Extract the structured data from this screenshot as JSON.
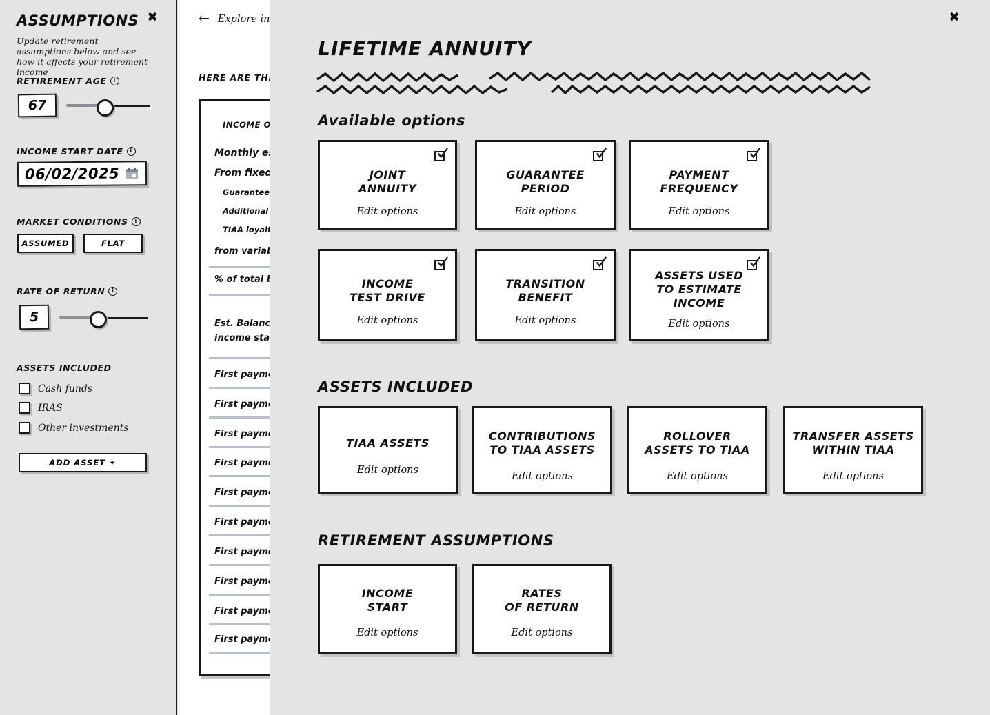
{
  "sidebar": {
    "title": "ASSUMPTIONS",
    "close_icon": "close-icon",
    "subtitle": "Update retirement assumptions below and see how it affects your retirement income",
    "retirement_age": {
      "label": "RETIREMENT AGE",
      "info_icon": "info-icon",
      "value": "67",
      "slider_percent": 53
    },
    "income_start_date": {
      "label": "INCOME START DATE",
      "info_icon": "info-icon",
      "value": "06/02/2025",
      "calendar_icon": "calendar-icon"
    },
    "market_conditions": {
      "label": "MARKET CONDITIONS",
      "info_icon": "info-icon",
      "options": [
        "ASSUMED",
        "FLAT"
      ]
    },
    "rate_of_return": {
      "label": "RATE OF RETURN",
      "info_icon": "info-icon",
      "value": "5",
      "slider_percent": 47
    },
    "assets_included": {
      "label": "ASSETS INCLUDED",
      "checkboxes": [
        {
          "label": "Cash funds",
          "checked": false
        },
        {
          "label": "IRAS",
          "checked": false
        },
        {
          "label": "Other investments",
          "checked": false
        }
      ],
      "add_button": "ADD ASSET ✦"
    }
  },
  "middle_panel": {
    "back_label": "Explore in",
    "back_icon": "arrow-left-icon",
    "heading": "HERE ARE THE IN",
    "rows": [
      "INCOME OPTIO",
      "Monthly est",
      "From fixed",
      "Guaranteed a",
      "Additional am",
      "TIAA loyalty",
      "from variable",
      "% of total ba",
      "Est. Balance a",
      "income start d",
      "First payment",
      "First payment",
      "First payment",
      "First payment",
      "First payment",
      "First payment",
      "First payment",
      "First payment",
      "First payment",
      "First payment"
    ]
  },
  "modal": {
    "close_icon": "close-icon",
    "title": "LIFETIME ANNUITY",
    "sections": [
      {
        "heading": "Available options",
        "cards": [
          {
            "title": "JOINT\nANNUITY",
            "sub": "Edit options",
            "checkbox": true
          },
          {
            "title": "GUARANTEE\nPERIOD",
            "sub": "Edit options",
            "checkbox": true
          },
          {
            "title": "PAYMENT\nFREQUENCY",
            "sub": "Edit options",
            "checkbox": true
          },
          {
            "title": "INCOME\nTEST DRIVE",
            "sub": "Edit options",
            "checkbox": true
          },
          {
            "title": "TRANSITION\nBENEFIT",
            "sub": "Edit options",
            "checkbox": true
          },
          {
            "title": "ASSETS USED\nTO ESTIMATE\nINCOME",
            "sub": "Edit options",
            "checkbox": true
          }
        ]
      },
      {
        "heading": "ASSETS INCLUDED",
        "cards": [
          {
            "title": "TIAA ASSETS",
            "sub": "Edit options",
            "checkbox": false
          },
          {
            "title": "CONTRIBUTIONS\nTO TIAA ASSETS",
            "sub": "Edit options",
            "checkbox": false
          },
          {
            "title": "ROLLOVER\nASSETS TO TIAA",
            "sub": "Edit options",
            "checkbox": false
          },
          {
            "title": "TRANSFER ASSETS\nWITHIN TIAA",
            "sub": "Edit options",
            "checkbox": false
          }
        ]
      },
      {
        "heading": "RETIREMENT ASSUMPTIONS",
        "cards": [
          {
            "title": "INCOME\nSTART",
            "sub": "Edit options",
            "checkbox": false
          },
          {
            "title": "RATES\nOF RETURN",
            "sub": "Edit options",
            "checkbox": false
          }
        ]
      }
    ]
  },
  "colors": {
    "page_bg": "#e4e4e4",
    "panel_bg": "#ffffff",
    "ink": "#16181c",
    "shadow": "#c2c2c2",
    "separator": "#b3c0d2",
    "slider_track": "#8a8f96"
  }
}
